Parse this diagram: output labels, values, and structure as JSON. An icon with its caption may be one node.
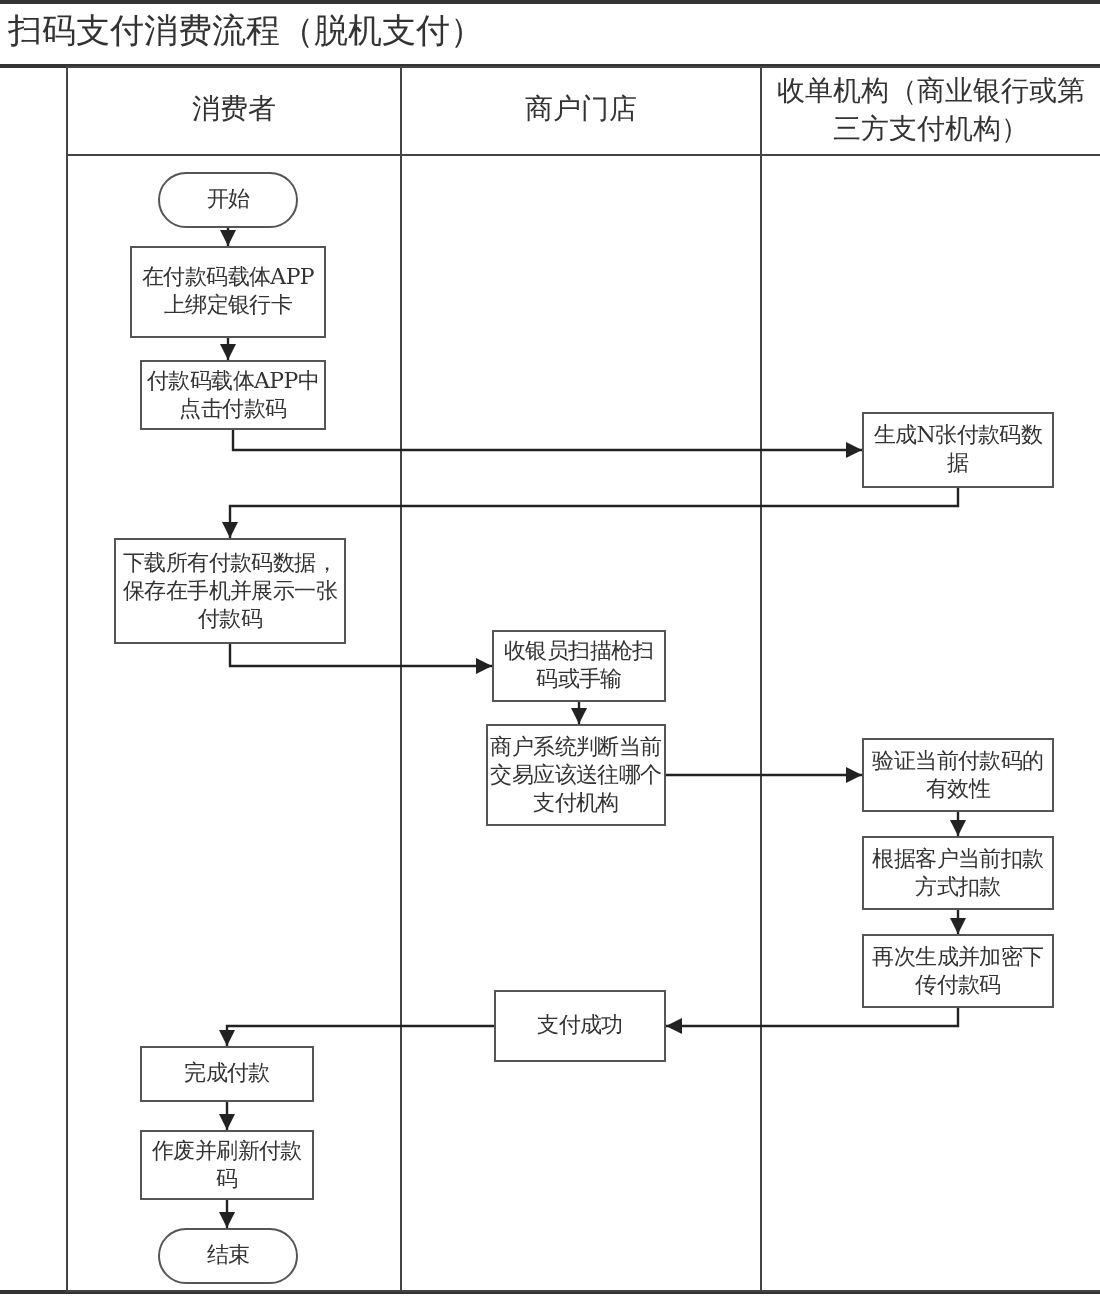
{
  "diagram": {
    "title": "扫码支付消费流程（脱机支付）",
    "nodes": [
      {
        "text": [
          "消费者"
        ]
      },
      {
        "text": [
          "商户门店"
        ]
      },
      {
        "text": [
          "收单机构（商业银行或第三方支付机构）"
        ]
      },
      {
        "text": [
          "开始"
        ],
        "in": 0
      },
      {
        "text": [
          "在付款码载体APP上绑定银行卡"
        ],
        "in": 0
      },
      {
        "text": [
          "付款码载体APP中点击付款码"
        ],
        "in": 0
      },
      {
        "text": [
          "生成N张付款码数据"
        ],
        "in": 2
      },
      {
        "text": [
          "下载所有付款码数据，保存在手机并展示一张付款码"
        ],
        "in": 0
      },
      {
        "text": [
          "收银员扫描枪扫码或手输"
        ],
        "in": 1
      },
      {
        "text": [
          "商户系统判断当前交易应该送往哪个支付机构"
        ],
        "in": 1
      },
      {
        "text": [
          "验证当前付款码的有效性"
        ],
        "in": 2
      },
      {
        "text": [
          "根据客户当前扣款方式扣款"
        ],
        "in": 2
      },
      {
        "text": [
          "再次生成并加密下传付款码"
        ],
        "in": 2
      },
      {
        "text": [
          "支付成功"
        ],
        "in": 1
      },
      {
        "text": [
          "完成付款"
        ],
        "in": 0
      },
      {
        "text": [
          "作废并刷新付款码"
        ],
        "in": 0
      },
      {
        "text": [
          "结束"
        ],
        "in": 0
      }
    ],
    "edges": [
      {
        "from": 3,
        "to": 4,
        "arrow": "to"
      },
      {
        "from": 4,
        "to": 5,
        "arrow": "to"
      },
      {
        "from": 5,
        "to": 6,
        "arrow": "to"
      },
      {
        "from": 6,
        "to": 7,
        "arrow": "to"
      },
      {
        "from": 7,
        "to": 8,
        "arrow": "to"
      },
      {
        "from": 8,
        "to": 9,
        "arrow": "to"
      },
      {
        "from": 9,
        "to": 10,
        "arrow": "to"
      },
      {
        "from": 10,
        "to": 11,
        "arrow": "to"
      },
      {
        "from": 11,
        "to": 12,
        "arrow": "to"
      },
      {
        "from": 12,
        "to": 13,
        "arrow": "to"
      },
      {
        "from": 13,
        "to": 14,
        "arrow": "to"
      },
      {
        "from": 14,
        "to": 15,
        "arrow": "to"
      },
      {
        "from": 15,
        "to": 16,
        "arrow": "to"
      }
    ]
  }
}
